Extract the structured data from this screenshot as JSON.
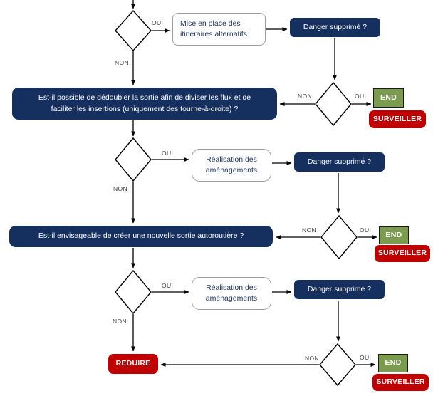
{
  "palette": {
    "navy": "#152F5E",
    "red": "#C00000",
    "green": "#7B9B4E",
    "node_text": "#1F3864",
    "edge_label": "#3D3D3D",
    "border_gray": "#9E9E9E",
    "line": "#000000"
  },
  "nodes": {
    "alt_routes": {
      "line1": "Mise en place des",
      "line2": "itinéraires alternatifs"
    },
    "danger_1": {
      "label": "Danger supprimé ?"
    },
    "danger_2": {
      "label": "Danger supprimé ?"
    },
    "danger_3": {
      "label": "Danger supprimé ?"
    },
    "q_split": {
      "line1": "Est-il possible de dédoubler la sortie afin de diviser les flux et de",
      "line2": "faciliter les insertions (uniquement des tourne-à-droite) ?"
    },
    "q_new_exit": {
      "label": "Est-il envisageable de créer une nouvelle sortie autoroutière ?"
    },
    "works_1": {
      "line1": "Réalisation des",
      "line2": "aménagements"
    },
    "works_2": {
      "line1": "Réalisation des",
      "line2": "aménagements"
    },
    "reduire": {
      "label": "REDUIRE"
    }
  },
  "terminals": {
    "end": "END",
    "surveiller": "SURVEILLER"
  },
  "edge_labels": {
    "oui": "OUI",
    "non": "NON"
  }
}
